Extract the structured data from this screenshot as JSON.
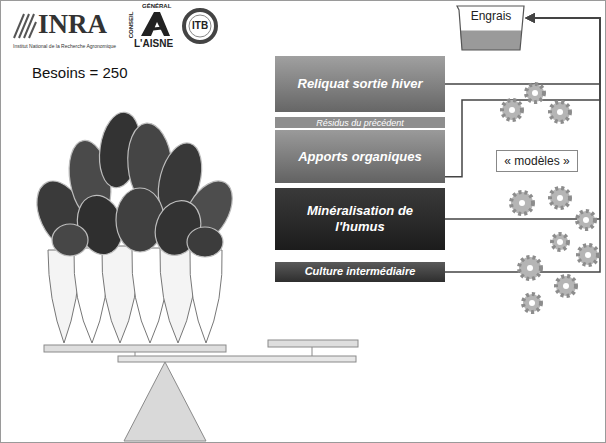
{
  "diagram": {
    "nodes": [
      {
        "text": [
          "Engrais"
        ]
      },
      {
        "text": [
          "Reliquat sortie hiver"
        ]
      },
      {
        "text": [
          "Résidus du précédent"
        ]
      },
      {
        "text": [
          "Apports organiques"
        ]
      },
      {
        "text": [
          "Minéralisation de l'humus"
        ]
      },
      {
        "text": [
          "Culture intermédiaire"
        ]
      },
      {
        "text": [
          "« modèles »"
        ]
      }
    ],
    "edges": [
      {
        "from": 1,
        "to": 0,
        "arrow": "to"
      },
      {
        "from": 3,
        "to": 0,
        "arrow": "to"
      },
      {
        "from": 4,
        "to": 0,
        "arrow": "to"
      },
      {
        "from": 5,
        "to": 0,
        "arrow": "to"
      }
    ],
    "labels": [
      "Besoins = 250",
      "INRA",
      "Institut National de la Recherche Agronomique",
      "GÉNÉRAL",
      "CONSEIL",
      "L'AISNE",
      "ITB"
    ]
  }
}
